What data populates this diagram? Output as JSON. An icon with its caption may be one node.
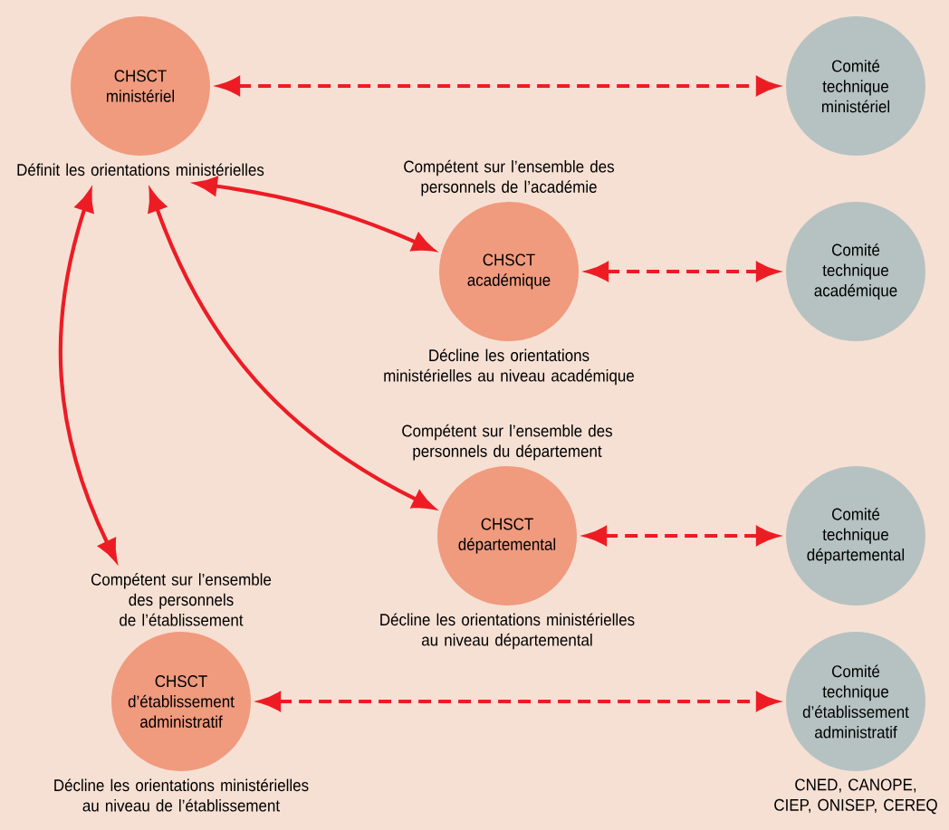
{
  "diagram": {
    "nodes": [
      {
        "text": [
          "CHSCT ministériel"
        ],
        "beside": [
          "Définit les orientations ministérielles"
        ]
      },
      {
        "text": [
          "Comité technique ministériel"
        ]
      },
      {
        "text": [
          "CHSCT académique"
        ],
        "beside": [
          "Compétent sur l’ensemble des personnels de l’académie",
          "Décline les orientations ministérielles au niveau académique"
        ]
      },
      {
        "text": [
          "Comité technique académique"
        ]
      },
      {
        "text": [
          "CHSCT départemental"
        ],
        "beside": [
          "Compétent sur l’ensemble des personnels du département",
          "Décline les orientations ministérielles au niveau départemental"
        ]
      },
      {
        "text": [
          "Comité technique départemental"
        ]
      },
      {
        "text": [
          "CHSCT d’établissement administratif"
        ],
        "beside": [
          "Compétent sur l’ensemble des personnels de l’établissement",
          "Décline les orientations ministérielles au niveau de l’établissement"
        ]
      },
      {
        "text": [
          "Comité technique d’établissement administratif"
        ],
        "beside": [
          "CNED, CANOPE, CIEP, ONISEP, CEREQ"
        ]
      }
    ],
    "edges": [
      {
        "from": 0,
        "to": 1,
        "arrow": "both",
        "style": "dashed"
      },
      {
        "from": 0,
        "to": 2,
        "arrow": "both"
      },
      {
        "from": 2,
        "to": 3,
        "arrow": "both",
        "style": "dashed"
      },
      {
        "from": 0,
        "to": 4,
        "arrow": "both"
      },
      {
        "from": 4,
        "to": 5,
        "arrow": "both",
        "style": "dashed"
      },
      {
        "from": 0,
        "to": 6,
        "arrow": "both"
      },
      {
        "from": 6,
        "to": 7,
        "arrow": "both",
        "style": "dashed"
      }
    ]
  }
}
